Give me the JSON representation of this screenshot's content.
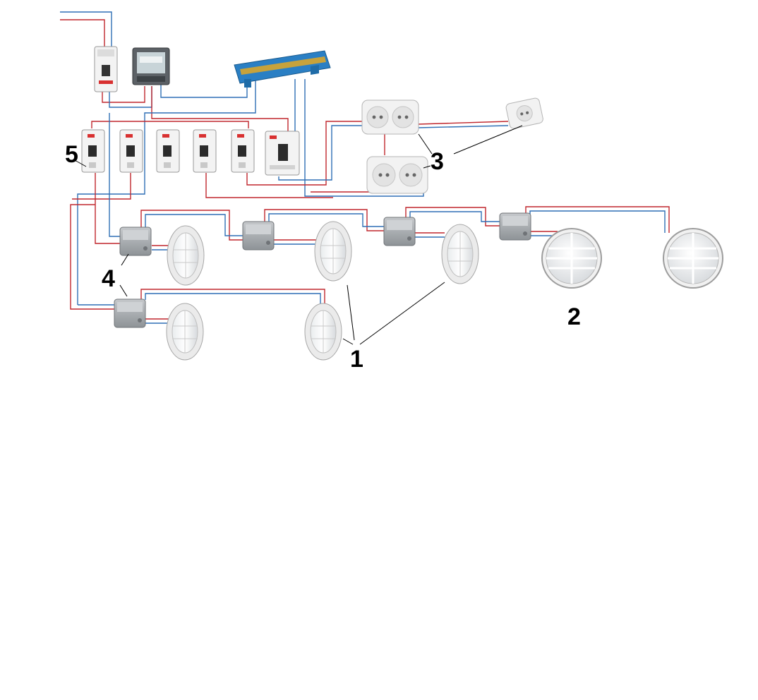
{
  "callouts": {
    "lamp_oval": "1",
    "lamp_round": "2",
    "socket": "3",
    "junction_box": "4",
    "breaker": "5"
  },
  "colors": {
    "phase_wire": "#c0272d",
    "neutral_wire": "#2f6fb5",
    "bus_bar": "#2a7fc4",
    "device_body": "#f1f1f1",
    "junction_box": "#a9adb1",
    "breaker_label": "#d83030"
  },
  "devices": {
    "breakers": 5,
    "oval_lamps": 5,
    "round_lamps": 2,
    "junction_boxes": 5,
    "double_sockets": 2,
    "single_sockets": 1
  }
}
